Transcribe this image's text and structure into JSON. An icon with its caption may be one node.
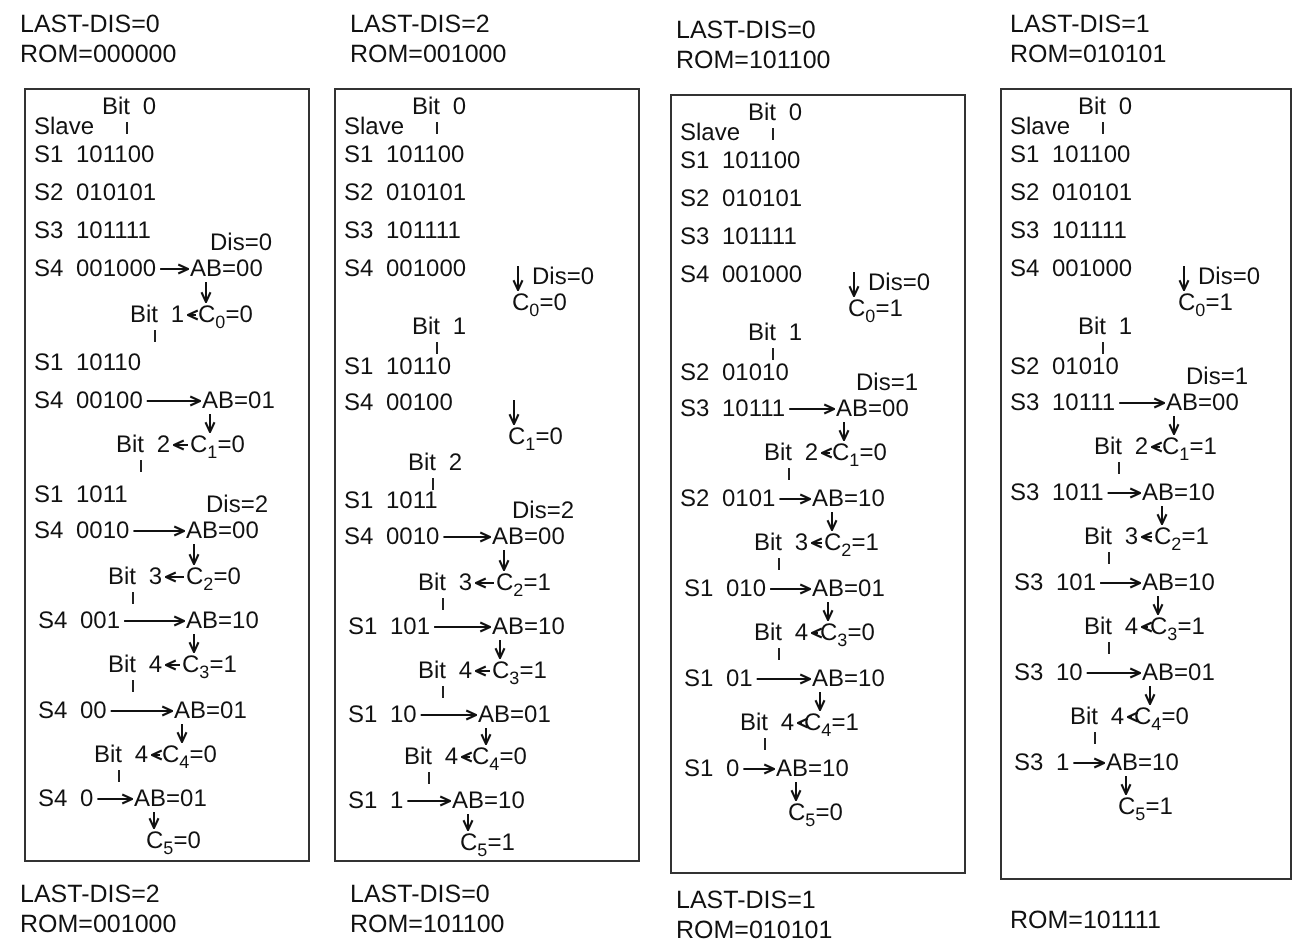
{
  "diagram": {
    "nodes": [
      {
        "text": [
          "LAST-DIS=0",
          "ROM=000000"
        ],
        "beside": [
          "LAST-DIS=2",
          "ROM=001000"
        ]
      },
      {
        "text": [
          "Bit 0"
        ],
        "in": 0
      },
      {
        "text": [
          "Slave"
        ],
        "in": 0
      },
      {
        "text": [
          "S1 101100"
        ],
        "in": 0
      },
      {
        "text": [
          "S2 010101"
        ],
        "in": 0
      },
      {
        "text": [
          "S3 101111"
        ],
        "in": 0
      },
      {
        "text": [
          "S4 001000"
        ],
        "in": 0
      },
      {
        "text": [
          "AB=00"
        ],
        "in": 0,
        "beside": [
          "Dis=0"
        ]
      },
      {
        "text": [
          "Bit 1"
        ],
        "in": 0
      },
      {
        "text": [
          "C$_{0}$=0"
        ],
        "in": 0
      },
      {
        "text": [
          "S1 10110"
        ],
        "in": 0
      },
      {
        "text": [
          "S4 00100"
        ],
        "in": 0
      },
      {
        "text": [
          "AB=01"
        ],
        "in": 0
      },
      {
        "text": [
          "Bit 2"
        ],
        "in": 0
      },
      {
        "text": [
          "C$_{1}$=0"
        ],
        "in": 0
      },
      {
        "text": [
          "S1 1011"
        ],
        "in": 0
      },
      {
        "text": [
          "S4 0010"
        ],
        "in": 0
      },
      {
        "text": [
          "AB=00"
        ],
        "in": 0,
        "beside": [
          "Dis=2"
        ]
      },
      {
        "text": [
          "Bit 3"
        ],
        "in": 0
      },
      {
        "text": [
          "C$_{2}$=0"
        ],
        "in": 0
      },
      {
        "text": [
          "S4 001"
        ],
        "in": 0
      },
      {
        "text": [
          "AB=10"
        ],
        "in": 0
      },
      {
        "text": [
          "Bit 4"
        ],
        "in": 0
      },
      {
        "text": [
          "C$_{3}$=1"
        ],
        "in": 0
      },
      {
        "text": [
          "S4 00"
        ],
        "in": 0
      },
      {
        "text": [
          "AB=01"
        ],
        "in": 0
      },
      {
        "text": [
          "Bit 4"
        ],
        "in": 0
      },
      {
        "text": [
          "C$_{4}$=0"
        ],
        "in": 0
      },
      {
        "text": [
          "S4 0"
        ],
        "in": 0
      },
      {
        "text": [
          "AB=01"
        ],
        "in": 0
      },
      {
        "text": [
          "C$_{5}$=0"
        ],
        "in": 0
      },
      {
        "text": [
          "LAST-DIS=2",
          "ROM=001000"
        ],
        "beside": [
          "LAST-DIS=0",
          "ROM=101100"
        ]
      },
      {
        "text": [
          "Bit 0"
        ],
        "in": 31
      },
      {
        "text": [
          "Slave"
        ],
        "in": 31
      },
      {
        "text": [
          "S1 101100"
        ],
        "in": 31
      },
      {
        "text": [
          "S2 010101"
        ],
        "in": 31
      },
      {
        "text": [
          "S3 101111"
        ],
        "in": 31
      },
      {
        "text": [
          "S4 001000"
        ],
        "in": 31
      },
      {
        "text": [
          "C$_{0}$=0"
        ],
        "in": 31,
        "beside": [
          "Dis=0"
        ]
      },
      {
        "text": [
          "Bit 1"
        ],
        "in": 31
      },
      {
        "text": [
          "S1 10110"
        ],
        "in": 31
      },
      {
        "text": [
          "S4 00100"
        ],
        "in": 31
      },
      {
        "text": [
          "C$_{1}$=0"
        ],
        "in": 31
      },
      {
        "text": [
          "Bit 2"
        ],
        "in": 31
      },
      {
        "text": [
          "S1 1011"
        ],
        "in": 31
      },
      {
        "text": [
          "S4 0010"
        ],
        "in": 31
      },
      {
        "text": [
          "AB=00"
        ],
        "in": 31,
        "beside": [
          "Dis=2"
        ]
      },
      {
        "text": [
          "Bit 3"
        ],
        "in": 31
      },
      {
        "text": [
          "C$_{2}$=1"
        ],
        "in": 31
      },
      {
        "text": [
          "S1 101"
        ],
        "in": 31
      },
      {
        "text": [
          "AB=10"
        ],
        "in": 31
      },
      {
        "text": [
          "Bit 4"
        ],
        "in": 31
      },
      {
        "text": [
          "C$_{3}$=1"
        ],
        "in": 31
      },
      {
        "text": [
          "S1 10"
        ],
        "in": 31
      },
      {
        "text": [
          "AB=01"
        ],
        "in": 31
      },
      {
        "text": [
          "Bit 4"
        ],
        "in": 31
      },
      {
        "text": [
          "C$_{4}$=0"
        ],
        "in": 31
      },
      {
        "text": [
          "S1 1"
        ],
        "in": 31
      },
      {
        "text": [
          "AB=10"
        ],
        "in": 31
      },
      {
        "text": [
          "C$_{5}$=1"
        ],
        "in": 31
      },
      {
        "text": [
          "LAST-DIS=0",
          "ROM=101100"
        ],
        "beside": [
          "LAST-DIS=1",
          "ROM=010101"
        ]
      },
      {
        "text": [
          "Bit 0"
        ],
        "in": 60
      },
      {
        "text": [
          "Slave"
        ],
        "in": 60
      },
      {
        "text": [
          "S1 101100"
        ],
        "in": 60
      },
      {
        "text": [
          "S2 010101"
        ],
        "in": 60
      },
      {
        "text": [
          "S3 101111"
        ],
        "in": 60
      },
      {
        "text": [
          "S4 001000"
        ],
        "in": 60
      },
      {
        "text": [
          "C$_{0}$=1"
        ],
        "in": 60,
        "beside": [
          "Dis=0"
        ]
      },
      {
        "text": [
          "Bit 1"
        ],
        "in": 60
      },
      {
        "text": [
          "S2 01010"
        ],
        "in": 60
      },
      {
        "text": [
          "S3 10111"
        ],
        "in": 60
      },
      {
        "text": [
          "AB=00"
        ],
        "in": 60,
        "beside": [
          "Dis=1"
        ]
      },
      {
        "text": [
          "Bit 2"
        ],
        "in": 60
      },
      {
        "text": [
          "C$_{1}$=0"
        ],
        "in": 60
      },
      {
        "text": [
          "S2 0101"
        ],
        "in": 60
      },
      {
        "text": [
          "AB=10"
        ],
        "in": 60
      },
      {
        "text": [
          "Bit 3"
        ],
        "in": 60
      },
      {
        "text": [
          "C$_{2}$=1"
        ],
        "in": 60
      },
      {
        "text": [
          "S1 010"
        ],
        "in": 60
      },
      {
        "text": [
          "AB=01"
        ],
        "in": 60
      },
      {
        "text": [
          "Bit 4"
        ],
        "in": 60
      },
      {
        "text": [
          "C$_{3}$=0"
        ],
        "in": 60
      },
      {
        "text": [
          "S1 01"
        ],
        "in": 60
      },
      {
        "text": [
          "AB=10"
        ],
        "in": 60
      },
      {
        "text": [
          "Bit 4"
        ],
        "in": 60
      },
      {
        "text": [
          "C$_{4}$=1"
        ],
        "in": 60
      },
      {
        "text": [
          "S1 0"
        ],
        "in": 60
      },
      {
        "text": [
          "AB=10"
        ],
        "in": 60
      },
      {
        "text": [
          "C$_{5}$=0"
        ],
        "in": 60
      },
      {
        "text": [
          "LAST-DIS=1",
          "ROM=010101"
        ],
        "beside": [
          "ROM=101111"
        ]
      },
      {
        "text": [
          "Bit 0"
        ],
        "in": 89
      },
      {
        "text": [
          "Slave"
        ],
        "in": 89
      },
      {
        "text": [
          "S1 101100"
        ],
        "in": 89
      },
      {
        "text": [
          "S2 010101"
        ],
        "in": 89
      },
      {
        "text": [
          "S3 101111"
        ],
        "in": 89
      },
      {
        "text": [
          "S4 001000"
        ],
        "in": 89
      },
      {
        "text": [
          "C$_{0}$=1"
        ],
        "in": 89,
        "beside": [
          "Dis=0"
        ]
      },
      {
        "text": [
          "Bit 1"
        ],
        "in": 89
      },
      {
        "text": [
          "S2 01010"
        ],
        "in": 89
      },
      {
        "text": [
          "S3 10111"
        ],
        "in": 89
      },
      {
        "text": [
          "AB=00"
        ],
        "in": 89,
        "beside": [
          "Dis=1"
        ]
      },
      {
        "text": [
          "Bit 2"
        ],
        "in": 89
      },
      {
        "text": [
          "C$_{1}$=1"
        ],
        "in": 89
      },
      {
        "text": [
          "S3 1011"
        ],
        "in": 89
      },
      {
        "text": [
          "AB=10"
        ],
        "in": 89
      },
      {
        "text": [
          "Bit 3"
        ],
        "in": 89
      },
      {
        "text": [
          "C$_{2}$=1"
        ],
        "in": 89
      },
      {
        "text": [
          "S3 101"
        ],
        "in": 89
      },
      {
        "text": [
          "AB=10"
        ],
        "in": 89
      },
      {
        "text": [
          "Bit 4"
        ],
        "in": 89
      },
      {
        "text": [
          "C$_{3}$=1"
        ],
        "in": 89
      },
      {
        "text": [
          "S3 10"
        ],
        "in": 89
      },
      {
        "text": [
          "AB=01"
        ],
        "in": 89
      },
      {
        "text": [
          "Bit 4"
        ],
        "in": 89
      },
      {
        "text": [
          "C$_{4}$=0"
        ],
        "in": 89
      },
      {
        "text": [
          "S3 1"
        ],
        "in": 89
      },
      {
        "text": [
          "AB=10"
        ],
        "in": 89
      },
      {
        "text": [
          "C$_{5}$=1"
        ],
        "in": 89
      }
    ],
    "edges": [
      {
        "from": 6,
        "to": 7,
        "arrow": "to"
      },
      {
        "from": 7,
        "to": 9,
        "arrow": "to"
      },
      {
        "from": 9,
        "to": 8,
        "arrow": "to"
      },
      {
        "from": 11,
        "to": 12,
        "arrow": "to"
      },
      {
        "from": 12,
        "to": 14,
        "arrow": "to"
      },
      {
        "from": 14,
        "to": 13,
        "arrow": "to"
      },
      {
        "from": 16,
        "to": 17,
        "arrow": "to"
      },
      {
        "from": 17,
        "to": 19,
        "arrow": "to"
      },
      {
        "from": 19,
        "to": 18,
        "arrow": "to"
      },
      {
        "from": 20,
        "to": 21,
        "arrow": "to"
      },
      {
        "from": 21,
        "to": 23,
        "arrow": "to"
      },
      {
        "from": 23,
        "to": 22,
        "arrow": "to"
      },
      {
        "from": 24,
        "to": 25,
        "arrow": "to"
      },
      {
        "from": 25,
        "to": 27,
        "arrow": "to"
      },
      {
        "from": 27,
        "to": 26,
        "arrow": "to"
      },
      {
        "from": 28,
        "to": 29,
        "arrow": "to"
      },
      {
        "from": 29,
        "to": 30,
        "arrow": "to"
      },
      {
        "from": null,
        "to": 38,
        "arrow": "to"
      },
      {
        "from": null,
        "to": 42,
        "arrow": "to"
      },
      {
        "from": 45,
        "to": 46,
        "arrow": "to"
      },
      {
        "from": 46,
        "to": 48,
        "arrow": "to"
      },
      {
        "from": 48,
        "to": 47,
        "arrow": "to"
      },
      {
        "from": 49,
        "to": 50,
        "arrow": "to"
      },
      {
        "from": 50,
        "to": 52,
        "arrow": "to"
      },
      {
        "from": 52,
        "to": 51,
        "arrow": "to"
      },
      {
        "from": 53,
        "to": 54,
        "arrow": "to"
      },
      {
        "from": 54,
        "to": 56,
        "arrow": "to"
      },
      {
        "from": 56,
        "to": 55,
        "arrow": "to"
      },
      {
        "from": 57,
        "to": 58,
        "arrow": "to"
      },
      {
        "from": 58,
        "to": 59,
        "arrow": "to"
      },
      {
        "from": null,
        "to": 67,
        "arrow": "to"
      },
      {
        "from": 70,
        "to": 71,
        "arrow": "to"
      },
      {
        "from": 71,
        "to": 73,
        "arrow": "to"
      },
      {
        "from": 73,
        "to": 72,
        "arrow": "to"
      },
      {
        "from": 74,
        "to": 75,
        "arrow": "to"
      },
      {
        "from": 75,
        "to": 77,
        "arrow": "to"
      },
      {
        "from": 77,
        "to": 76,
        "arrow": "to"
      },
      {
        "from": 78,
        "to": 79,
        "arrow": "to"
      },
      {
        "from": 79,
        "to": 81,
        "arrow": "to"
      },
      {
        "from": 81,
        "to": 80,
        "arrow": "to"
      },
      {
        "from": 82,
        "to": 83,
        "arrow": "to"
      },
      {
        "from": 83,
        "to": 85,
        "arrow": "to"
      },
      {
        "from": 85,
        "to": 84,
        "arrow": "to"
      },
      {
        "from": 86,
        "to": 87,
        "arrow": "to"
      },
      {
        "from": 87,
        "to": 88,
        "arrow": "to"
      },
      {
        "from": null,
        "to": 96,
        "arrow": "to"
      },
      {
        "from": 99,
        "to": 100,
        "arrow": "to"
      },
      {
        "from": 100,
        "to": 102,
        "arrow": "to"
      },
      {
        "from": 102,
        "to": 101,
        "arrow": "to"
      },
      {
        "from": 103,
        "to": 104,
        "arrow": "to"
      },
      {
        "from": 104,
        "to": 106,
        "arrow": "to"
      },
      {
        "from": 106,
        "to": 105,
        "arrow": "to"
      },
      {
        "from": 107,
        "to": 108,
        "arrow": "to"
      },
      {
        "from": 108,
        "to": 110,
        "arrow": "to"
      },
      {
        "from": 110,
        "to": 109,
        "arrow": "to"
      },
      {
        "from": 111,
        "to": 112,
        "arrow": "to"
      },
      {
        "from": 112,
        "to": 114,
        "arrow": "to"
      },
      {
        "from": 114,
        "to": 113,
        "arrow": "to"
      },
      {
        "from": 115,
        "to": 116,
        "arrow": "to"
      },
      {
        "from": 116,
        "to": 117,
        "arrow": "to"
      }
    ]
  }
}
